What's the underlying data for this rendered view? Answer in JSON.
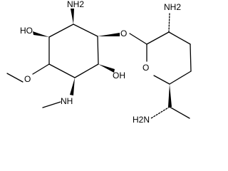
{
  "molecule": {
    "atoms": {
      "nh2_top": "NH2",
      "ho_left": "HO",
      "o_methoxy": "O",
      "o_glycosidic": "O",
      "oh_right": "OH",
      "nh_methylamino": "NH",
      "nh2_sugar_top": "NH2",
      "o_ring": "O",
      "h2n_bottom": "H2N"
    },
    "colors": {
      "bond": "#000000",
      "label": "#000000",
      "background": "#ffffff"
    }
  }
}
